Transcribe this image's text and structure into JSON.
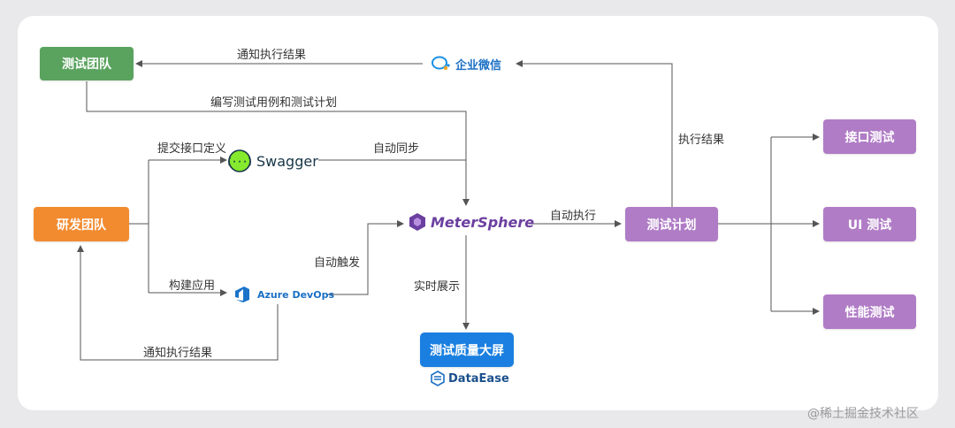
{
  "nodes": {
    "test_team": "测试团队",
    "dev_team": "研发团队",
    "wecom": "企业微信",
    "swagger": "Swagger",
    "metersphere": "MeterSphere",
    "azure": "Azure DevOps",
    "test_plan": "测试计划",
    "api_test": "接口测试",
    "ui_test": "UI 测试",
    "perf_test": "性能测试",
    "quality_screen": "测试质量大屏",
    "dataease": "DataEase"
  },
  "edges": {
    "notify_result_top": "通知执行结果",
    "write_cases": "编写测试用例和测试计划",
    "submit_api": "提交接口定义",
    "auto_sync": "自动同步",
    "build_app": "构建应用",
    "auto_trigger": "自动触发",
    "auto_execute": "自动执行",
    "exec_result": "执行结果",
    "realtime": "实时展示",
    "notify_result_bottom": "通知执行结果"
  },
  "watermark": "@稀土掘金技术社区",
  "colors": {
    "green": "#5aa35f",
    "orange": "#f28b30",
    "purple": "#b07cc6",
    "blue": "#1a7fe0",
    "line": "#555555"
  }
}
